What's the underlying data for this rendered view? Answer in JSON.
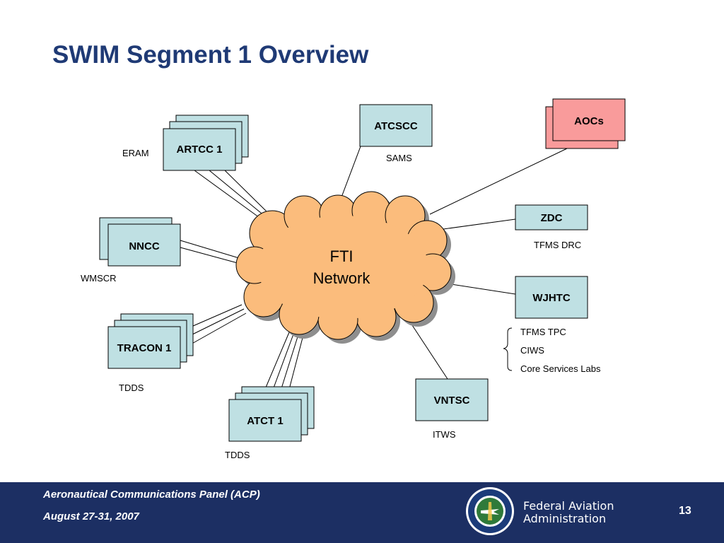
{
  "slide": {
    "title": "SWIM Segment 1 Overview"
  },
  "diagram": {
    "cloud": {
      "line1": "FTI",
      "line2": "Network"
    },
    "nodes": {
      "artcc": {
        "label": "ARTCC 1",
        "system": "ERAM"
      },
      "atcscc": {
        "label": "ATCSCC",
        "system": "SAMS"
      },
      "aocs": {
        "label": "AOCs"
      },
      "nncc": {
        "label": "NNCC",
        "system": "WMSCR"
      },
      "zdc": {
        "label": "ZDC",
        "system": "TFMS DRC"
      },
      "wjhtc": {
        "label": "WJHTC",
        "systems": [
          "TFMS TPC",
          "CIWS",
          "Core Services Labs"
        ]
      },
      "tracon": {
        "label": "TRACON 1",
        "system": "TDDS"
      },
      "atct": {
        "label": "ATCT 1",
        "system": "TDDS"
      },
      "vntsc": {
        "label": "VNTSC",
        "system": "ITWS"
      }
    },
    "colors": {
      "node_fill": "#bfe0e3",
      "aoc_fill": "#f99b9b",
      "cloud_fill": "#fbbc7c",
      "cloud_shadow": "#8e8e8e"
    }
  },
  "footer": {
    "panel": "Aeronautical Communications Panel (ACP)",
    "date": "August 27-31,  2007",
    "agency_line1": "Federal Aviation",
    "agency_line2": "Administration",
    "page_number": "13",
    "background": "#1c2f63"
  }
}
